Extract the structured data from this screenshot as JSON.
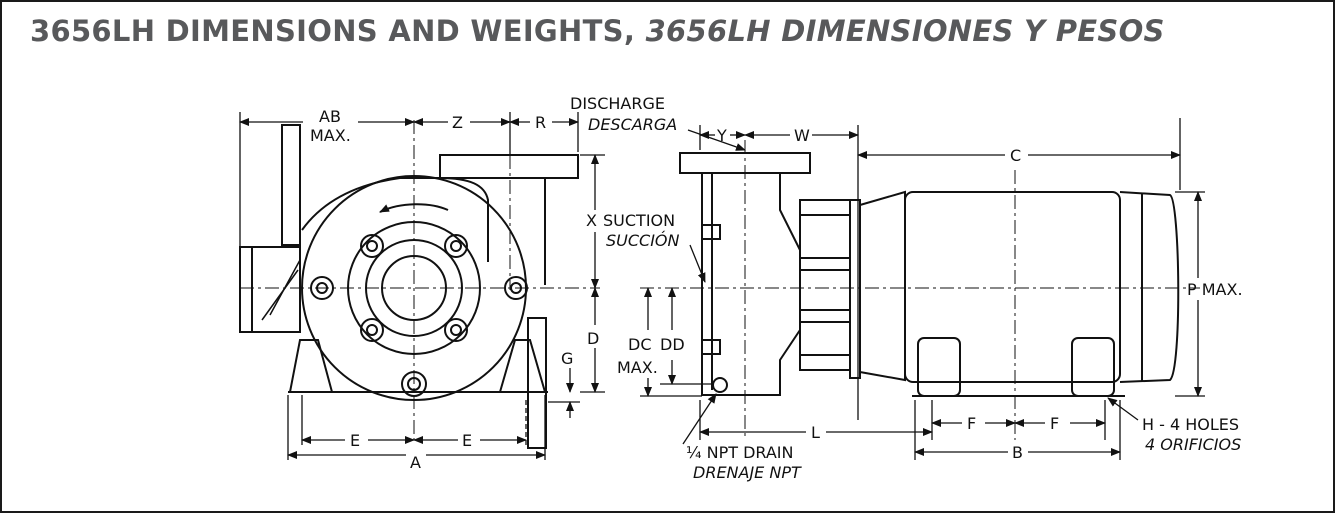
{
  "title": {
    "english": "3656LH DIMENSIONS AND WEIGHTS,",
    "spanish": "3656LH DIMENSIONES Y PESOS",
    "color": "#58595b"
  },
  "labels": {
    "ab": "AB",
    "ab_max": "MAX.",
    "z": "Z",
    "r": "R",
    "x": "X",
    "d": "D",
    "g": "G",
    "e_left": "E",
    "e_right": "E",
    "a": "A",
    "discharge": "DISCHARGE",
    "descarga": "DESCARGA",
    "y": "Y",
    "w": "W",
    "c": "C",
    "suction": "SUCTION",
    "succion": "SUCCIÓN",
    "p_max": "P MAX.",
    "dc": "DC",
    "dd": "DD",
    "dc_max": "MAX.",
    "drain": "¼ NPT DRAIN",
    "drenaje": "DRENAJE NPT",
    "l": "L",
    "f_left": "F",
    "f_right": "F",
    "b": "B",
    "holes": "H - 4 HOLES",
    "orificios": "4 ORIFICIOS"
  }
}
